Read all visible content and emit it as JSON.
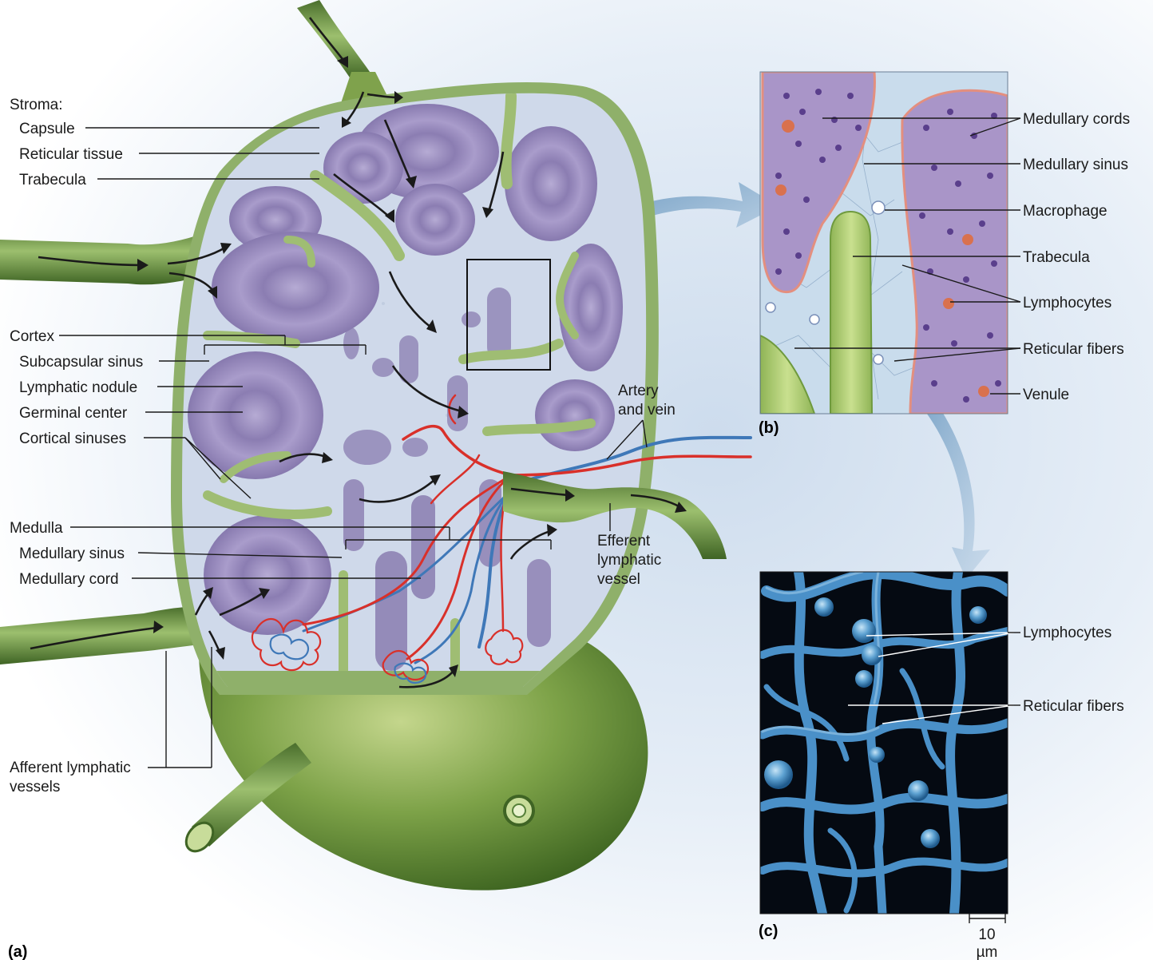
{
  "panels": {
    "a": "(a)",
    "b": "(b)",
    "c": "(c)"
  },
  "labels_a": {
    "stroma": "Stroma:",
    "capsule": "Capsule",
    "reticular_tissue": "Reticular tissue",
    "trabecula": "Trabecula",
    "cortex": "Cortex",
    "subcapsular_sinus": "Subcapsular sinus",
    "lymphatic_nodule": "Lymphatic nodule",
    "germinal_center": "Germinal center",
    "cortical_sinuses": "Cortical sinuses",
    "medulla": "Medulla",
    "medullary_sinus": "Medullary sinus",
    "medullary_cord": "Medullary cord",
    "afferent_1": "Afferent lymphatic",
    "afferent_2": "vessels",
    "artery_1": "Artery",
    "artery_2": "and vein",
    "efferent_1": "Efferent",
    "efferent_2": "lymphatic",
    "efferent_3": "vessel"
  },
  "labels_b": {
    "medullary_cords": "Medullary cords",
    "medullary_sinus": "Medullary sinus",
    "macrophage": "Macrophage",
    "trabecula": "Trabecula",
    "lymphocytes": "Lymphocytes",
    "reticular_fibers": "Reticular fibers",
    "venule": "Venule"
  },
  "labels_c": {
    "lymphocytes": "Lymphocytes",
    "reticular_fibers": "Reticular fibers"
  },
  "scale_bar": {
    "value": "10",
    "unit": "µm"
  },
  "colors": {
    "capsule_green": "#8fb06a",
    "node_interior": "#cfd9ea",
    "nodule_purple": "#8d7fb2",
    "germinal_center": "#b1a6cf",
    "artery_red": "#d9302a",
    "vein_blue": "#3f78b8",
    "sem_blue": "#4a90c8"
  }
}
